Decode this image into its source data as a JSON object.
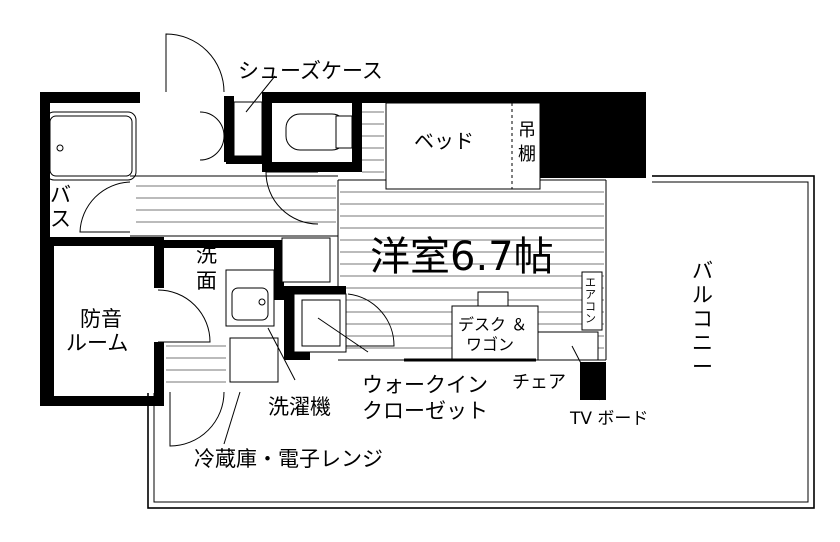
{
  "labels": {
    "shoe_case": "シューズケース",
    "bed": "ベッド",
    "closet_vertical": [
      "吊",
      "棚"
    ],
    "bath": [
      "バ",
      "ス"
    ],
    "washroom": [
      "洗",
      "面"
    ],
    "room_title": "洋室6.7帖",
    "soundproof_room": [
      "防音",
      "ルーム"
    ],
    "aircon": [
      "エ",
      "ア",
      "コ",
      "ン"
    ],
    "desk_wagon": [
      "デスク ＆",
      "ワゴン"
    ],
    "walk_in_closet": [
      "ウォークイン",
      "クローゼット"
    ],
    "washing_machine": "洗濯機",
    "chair": "チェア",
    "tv_board": "TV ボード",
    "fridge_microwave": "冷蔵庫・電子レンジ",
    "balcony": [
      "バ",
      "ル",
      "コ",
      "ニ",
      "ー"
    ]
  },
  "colors": {
    "wall": "#000000",
    "line": "#000000",
    "floor_line": "#777777",
    "background": "#ffffff"
  }
}
